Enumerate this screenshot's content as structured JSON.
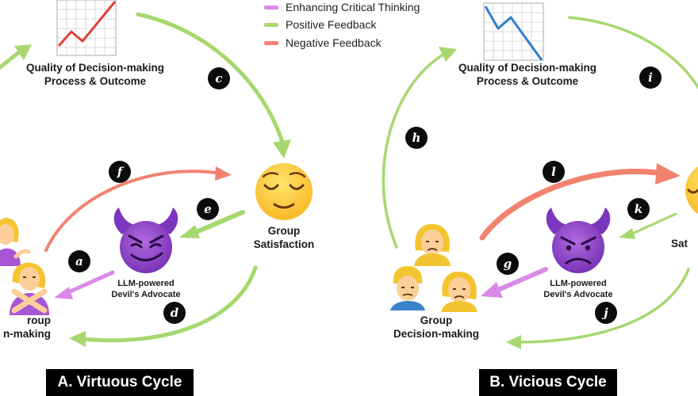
{
  "legend": [
    {
      "label": "Enhancing Critical Thinking",
      "color": "#d98ae6"
    },
    {
      "label": "Positive Feedback",
      "color": "#a6d86f"
    },
    {
      "label": "Negative Feedback",
      "color": "#f2826f"
    }
  ],
  "colors": {
    "enhance": "#d98ae6",
    "positive": "#a6d86f",
    "negative": "#f2826f",
    "rise_line": "#e0403a",
    "fall_line": "#2f7fd0"
  },
  "icons": [
    "rising-chart-icon",
    "falling-chart-icon",
    "relieved-face-icon",
    "smiling-devil-icon",
    "angry-devil-icon",
    "woman-gesturing-no-icon",
    "woman-tipping-hand-icon",
    "blonde-woman-icon",
    "blonde-man-icon"
  ],
  "cycle_a": {
    "title": "A. Virtuous Cycle",
    "quality_label": [
      "Quality of Decision-making",
      "Process & Outcome"
    ],
    "satisfaction_label": [
      "Group",
      "Satisfaction"
    ],
    "advocate_label": [
      "LLM-powered",
      "Devil's Advocate"
    ],
    "group_label": [
      "roup",
      "n-making"
    ],
    "badges": [
      "a",
      "c",
      "d",
      "e",
      "f"
    ]
  },
  "cycle_b": {
    "title": "B. Vicious Cycle",
    "quality_label": [
      "Quality of Decision-making",
      "Process & Outcome"
    ],
    "satisfaction_label": [
      "Sat"
    ],
    "advocate_label": [
      "LLM-powered",
      "Devil's Advocate"
    ],
    "group_label": [
      "Group",
      "Decision-making"
    ],
    "badges": [
      "g",
      "h",
      "i",
      "j",
      "k",
      "l"
    ]
  }
}
